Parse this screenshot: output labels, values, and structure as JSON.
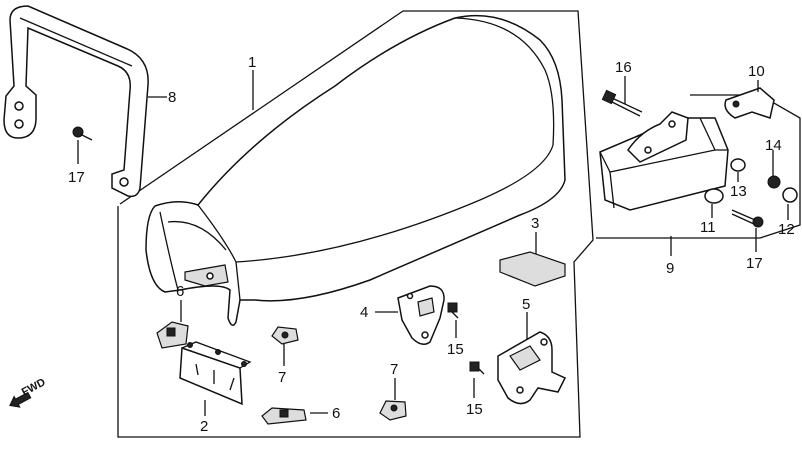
{
  "callouts": {
    "c1": "1",
    "c2": "2",
    "c3": "3",
    "c4": "4",
    "c5": "5",
    "c6a": "6",
    "c6b": "6",
    "c7a": "7",
    "c7b": "7",
    "c8": "8",
    "c9": "9",
    "c10": "10",
    "c11": "11",
    "c12": "12",
    "c13": "13",
    "c14": "14",
    "c15a": "15",
    "c15b": "15",
    "c16": "16",
    "c17a": "17",
    "c17b": "17"
  },
  "direction_label": "FWD",
  "icons": {
    "direction": "fwd-arrow-icon"
  }
}
